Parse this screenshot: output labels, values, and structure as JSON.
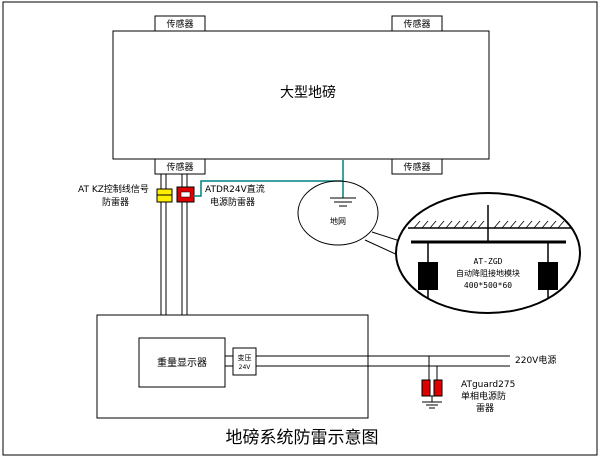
{
  "diagram": {
    "title": "地磅系统防雷示意图",
    "scale_label": "大型地磅",
    "sensor_label": "传感器",
    "ground_net_label": "地网",
    "display_label": "重量显示器",
    "transformer": {
      "line1": "变压",
      "line2": "24V"
    },
    "power_label": "220V电源",
    "signal_protector": {
      "line1": "AT KZ控制线信号",
      "line2": "防雷器"
    },
    "dc_protector": {
      "line1": "ATDR24V直流",
      "line2": "电源防雷器"
    },
    "ac_protector": {
      "line1": "ATguard275",
      "line2": "单相电源防",
      "line3": "雷器"
    },
    "ground_module": {
      "line1": "AT-ZGD",
      "line2": "自动降阻接地模块",
      "line3": "400*500*60"
    }
  },
  "colors": {
    "line": "#000000",
    "sensor_fill": "#ffffff",
    "signal_protector": "#ffee00",
    "dc_protector": "#dd0000",
    "ground_wire": "#008080",
    "module_block": "#000000"
  }
}
